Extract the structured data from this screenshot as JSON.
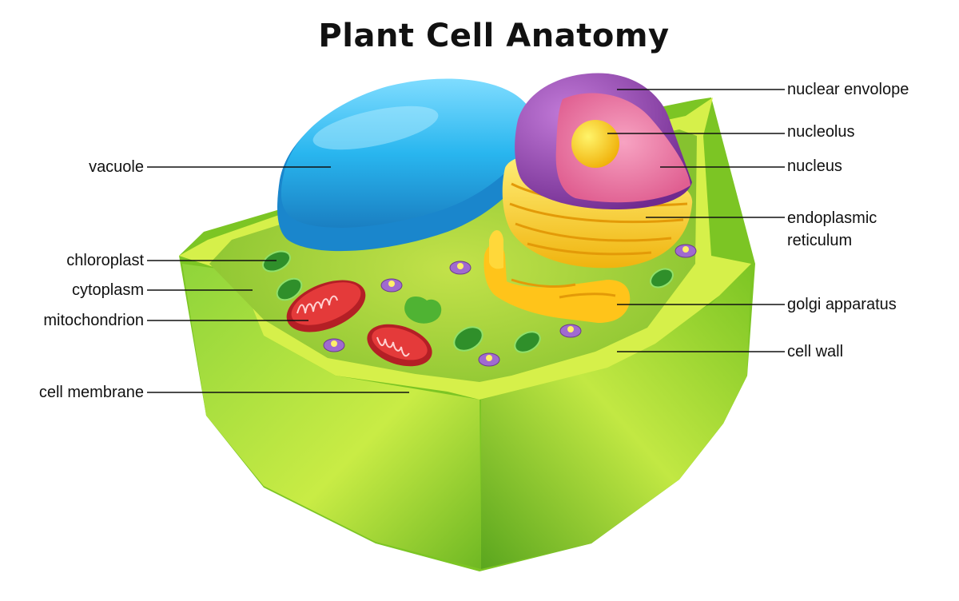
{
  "title": "Plant Cell Anatomy",
  "labels": {
    "nuclear_envelope": "nuclear envolope",
    "nucleolus": "nucleolus",
    "nucleus": "nucleus",
    "endoplasmic_reticulum_1": "endoplasmic",
    "endoplasmic_reticulum_2": "reticulum",
    "golgi_apparatus": "golgi apparatus",
    "cell_wall": "cell wall",
    "vacuole": "vacuole",
    "chloroplast": "chloroplast",
    "cytoplasm": "cytoplasm",
    "mitochondrion": "mitochondrion",
    "cell_membrane": "cell membrane"
  },
  "colors": {
    "cell_wall_outer": "#7cc524",
    "cell_wall_light": "#d6f04a",
    "cytoplasm": "#a9d63a",
    "vacuole": "#29b6ef",
    "nucleus_outer": "#8e3fae",
    "nucleus_inner": "#ef7fa6",
    "nucleolus": "#ffd21a",
    "er": "#ffd21a",
    "mitochondrion": "#d62a2a",
    "chloroplast": "#2f8f2a"
  }
}
